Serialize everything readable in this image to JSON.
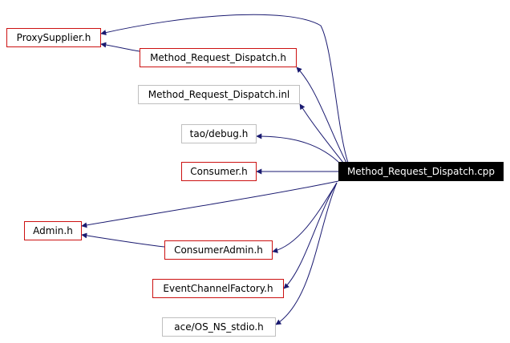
{
  "colors": {
    "edge": "#1a1a70",
    "box_red": "#cc1111",
    "box_gray": "#bfbfbf",
    "root_bg": "#000000",
    "root_fg": "#ffffff"
  },
  "nodes": {
    "root": {
      "label": "Method_Request_Dispatch.cpp"
    },
    "proxy": {
      "label": "ProxySupplier.h"
    },
    "mrd_h": {
      "label": "Method_Request_Dispatch.h"
    },
    "mrd_inl": {
      "label": "Method_Request_Dispatch.inl"
    },
    "tao_debug": {
      "label": "tao/debug.h"
    },
    "consumer": {
      "label": "Consumer.h"
    },
    "admin": {
      "label": "Admin.h"
    },
    "cons_admin": {
      "label": "ConsumerAdmin.h"
    },
    "ec_factory": {
      "label": "EventChannelFactory.h"
    },
    "ace_stdio": {
      "label": "ace/OS_NS_stdio.h"
    }
  },
  "edges": [
    {
      "from": "root",
      "to": "proxy"
    },
    {
      "from": "root",
      "to": "mrd_h"
    },
    {
      "from": "root",
      "to": "mrd_inl"
    },
    {
      "from": "root",
      "to": "tao_debug"
    },
    {
      "from": "root",
      "to": "consumer"
    },
    {
      "from": "root",
      "to": "admin"
    },
    {
      "from": "root",
      "to": "cons_admin"
    },
    {
      "from": "root",
      "to": "ec_factory"
    },
    {
      "from": "root",
      "to": "ace_stdio"
    },
    {
      "from": "mrd_h",
      "to": "proxy"
    },
    {
      "from": "cons_admin",
      "to": "admin"
    }
  ]
}
